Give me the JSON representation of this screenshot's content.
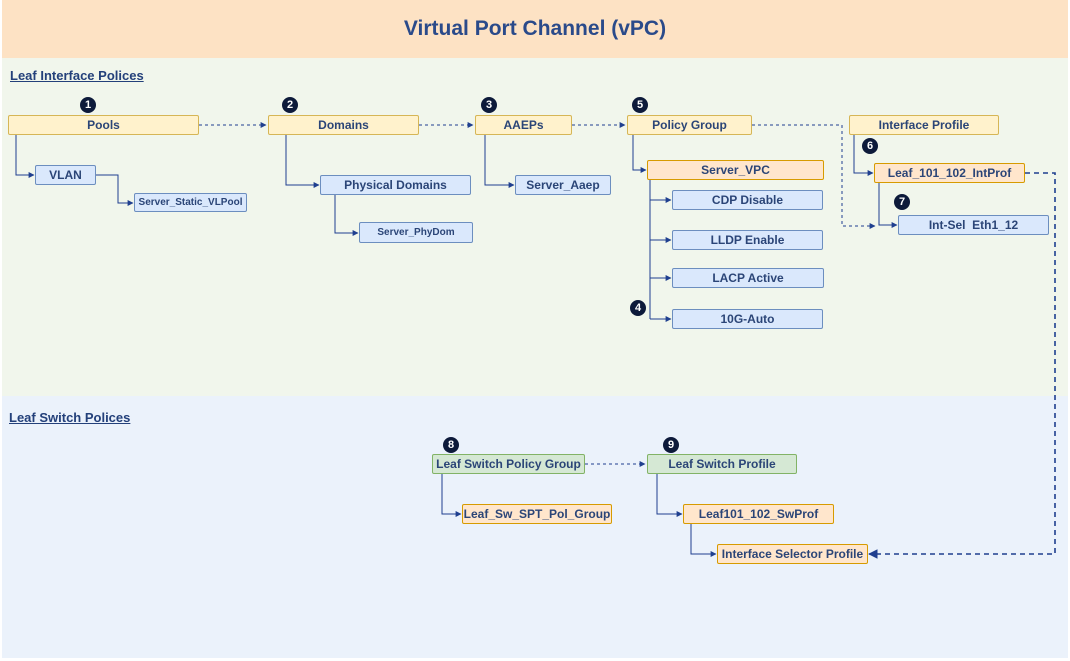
{
  "title": "Virtual Port Channel (vPC)",
  "sections": {
    "interface": "Leaf Interface Polices",
    "switch": "Leaf Switch Polices"
  },
  "nodes": {
    "pools": "Pools",
    "vlan": "VLAN",
    "vlpool": "Server_Static_VLPool",
    "domains": "Domains",
    "physical_domains": "Physical Domains",
    "phydom": "Server_PhyDom",
    "aaeps": "AAEPs",
    "server_aaep": "Server_Aaep",
    "policy_group": "Policy Group",
    "server_vpc": "Server_VPC",
    "cdp": "CDP Disable",
    "lldp": "LLDP Enable",
    "lacp": "LACP Active",
    "speed": "10G-Auto",
    "interface_profile": "Interface Profile",
    "intprof": "Leaf_101_102_IntProf",
    "intsel": "Int-Sel  Eth1_12",
    "sw_policy_group": "Leaf Switch Policy Group",
    "sw_pol_group": "Leaf_Sw_SPT_Pol_Group",
    "sw_profile": "Leaf Switch Profile",
    "swprof": "Leaf101_102_SwProf",
    "selector_profile": "Interface Selector Profile"
  },
  "steps": [
    "1",
    "2",
    "3",
    "4",
    "5",
    "6",
    "7",
    "8",
    "9"
  ],
  "colors": {
    "header_bg": "#fde2c4",
    "interface_bg": "#f1f6ec",
    "switch_bg": "#ebf2fb",
    "connector": "#1f3f8f"
  }
}
